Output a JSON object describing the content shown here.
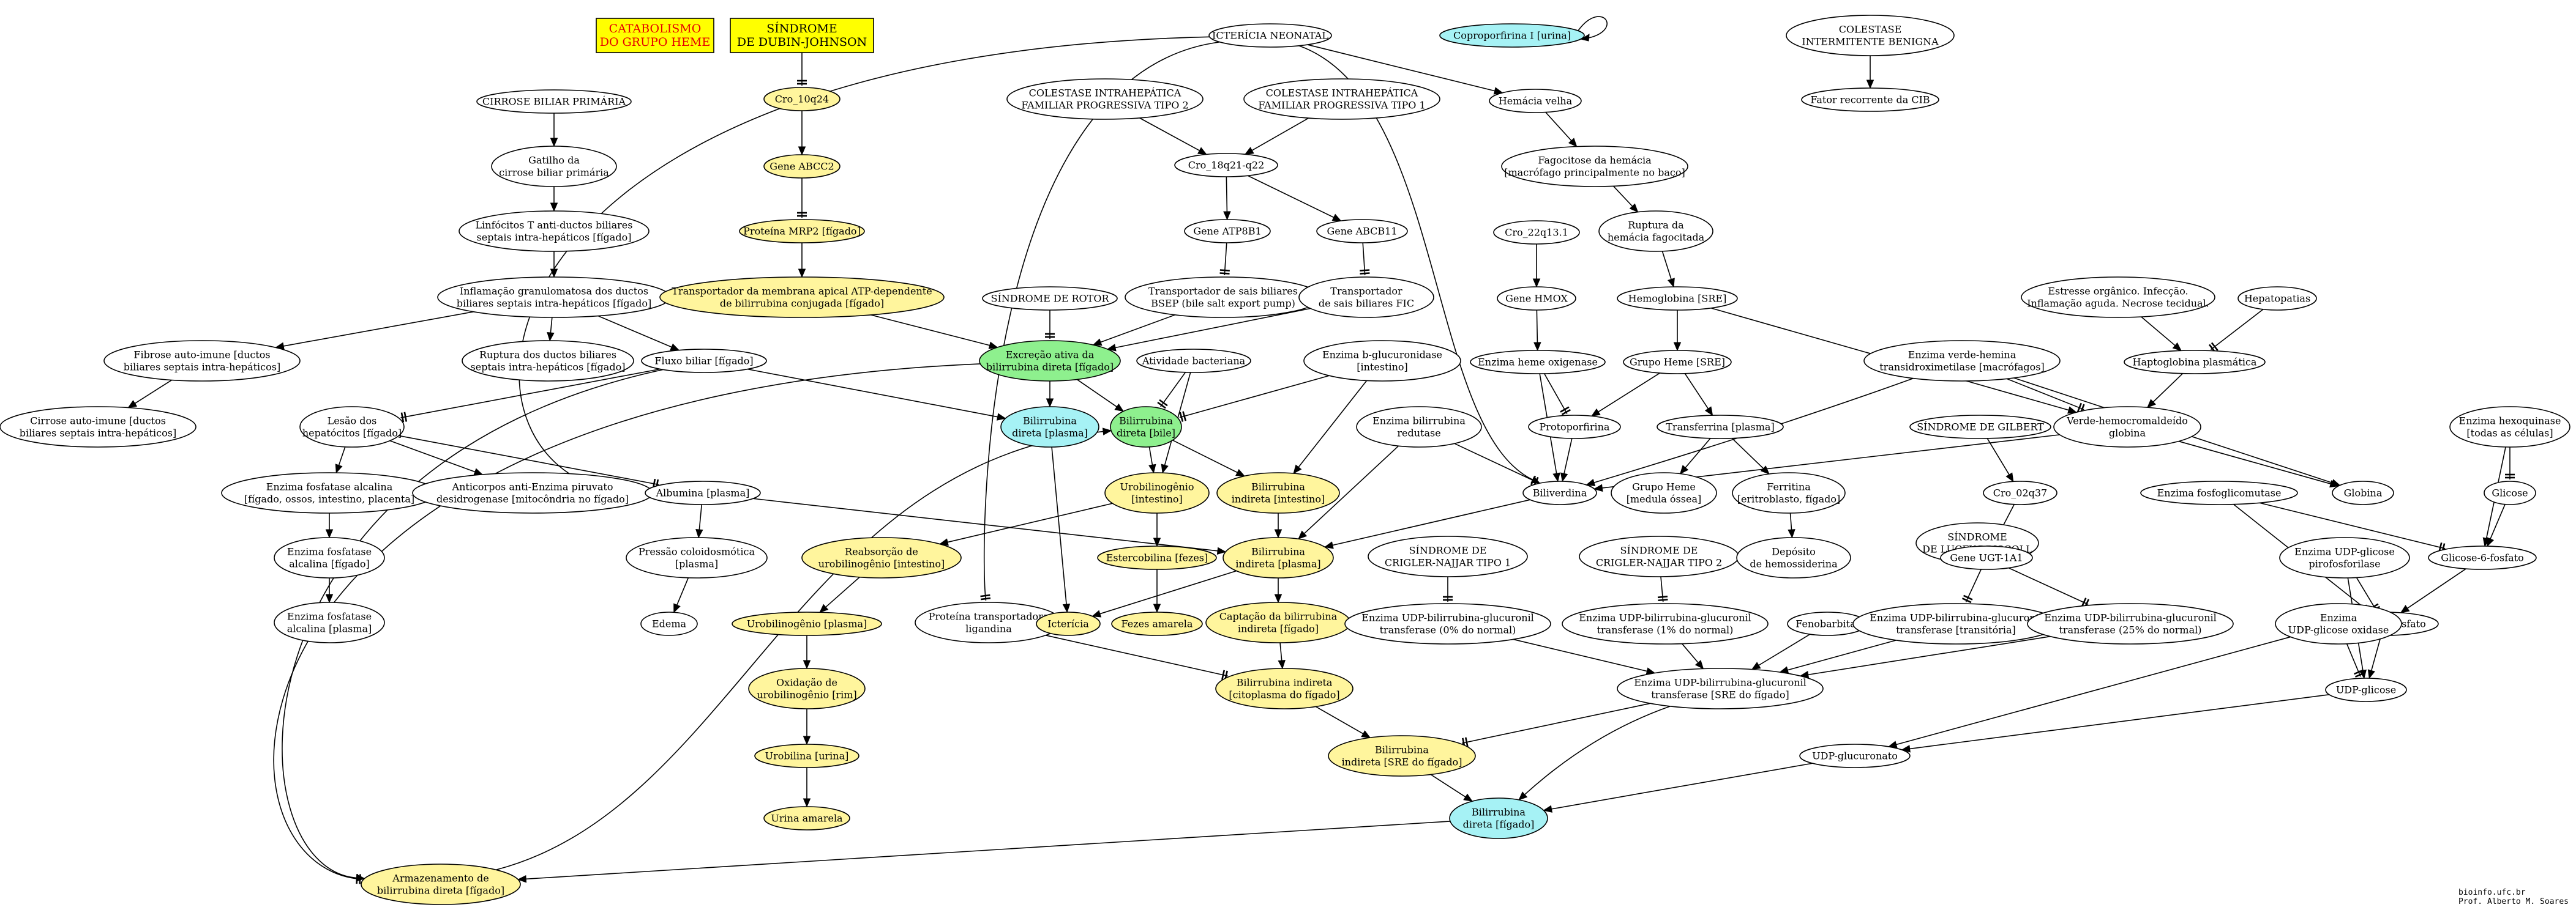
{
  "colors": {
    "white": "#ffffff",
    "yellow": "#fff59d",
    "green": "#8ef08e",
    "cyan": "#a6f2f5",
    "title_box": "#ffff00",
    "title_red": "#e60000"
  },
  "nodes": {
    "t1": {
      "lines": [
        "CATABOLISMO",
        "DO GRUPO HEME"
      ],
      "fill": "title_box",
      "shape": "box",
      "red": true
    },
    "t2": {
      "lines": [
        "SÍNDROME",
        "DE DUBIN-JOHNSON"
      ],
      "fill": "title_box",
      "shape": "box"
    },
    "ict_neo": {
      "lines": [
        "ICTERÍCIA NEONATAL"
      ]
    },
    "copro": {
      "lines": [
        "Coproporfirina I [urina]"
      ],
      "fill": "cyan"
    },
    "col_int": {
      "lines": [
        "COLESTASE",
        "INTERMITENTE BENIGNA"
      ]
    },
    "fator_cib": {
      "lines": [
        "Fator recorrente da CIB"
      ]
    },
    "cirrose_bp": {
      "lines": [
        "CIRROSE BILIAR PRIMÁRIA"
      ]
    },
    "cro10": {
      "lines": [
        "Cro_10q24"
      ],
      "fill": "yellow"
    },
    "cifi2": {
      "lines": [
        "COLESTASE INTRAHEPÁTICA",
        "FAMILIAR PROGRESSIVA TIPO 2"
      ]
    },
    "cifi1": {
      "lines": [
        "COLESTASE INTRAHEPÁTICA",
        "FAMILIAR PROGRESSIVA TIPO 1"
      ]
    },
    "hem_velha": {
      "lines": [
        "Hemácia velha"
      ]
    },
    "gatilho": {
      "lines": [
        "Gatilho da",
        "cirrose biliar primária"
      ]
    },
    "gene_abcc2": {
      "lines": [
        "Gene ABCC2"
      ],
      "fill": "yellow"
    },
    "cro18": {
      "lines": [
        "Cro_18q21-q22"
      ]
    },
    "fagocitose": {
      "lines": [
        "Fagocitose da hemácia",
        "[macrófago principalmente no baço]"
      ]
    },
    "linfocitos": {
      "lines": [
        "Linfócitos T anti-ductos biliares",
        "septais intra-hepáticos [fígado]"
      ]
    },
    "mrp2": {
      "lines": [
        "Proteína MRP2 [fígado]"
      ],
      "fill": "yellow"
    },
    "atp8b1": {
      "lines": [
        "Gene ATP8B1"
      ]
    },
    "abcb11": {
      "lines": [
        "Gene ABCB11"
      ]
    },
    "ruptura_hem": {
      "lines": [
        "Ruptura da",
        "hemácia fagocitada"
      ]
    },
    "cro22": {
      "lines": [
        "Cro_22q13.1"
      ]
    },
    "inflam": {
      "lines": [
        "Inflamação granulomatosa dos ductos",
        "biliares septais intra-hepáticos [fígado]"
      ]
    },
    "transp_apical": {
      "lines": [
        "Transportador da membrana apical ATP-dependente",
        "de bilirrubina conjugada [fígado]"
      ],
      "fill": "yellow"
    },
    "rotor": {
      "lines": [
        "SÍNDROME DE ROTOR"
      ]
    },
    "bsep": {
      "lines": [
        "Transportador de sais biliares",
        "BSEP (bile salt export pump)"
      ]
    },
    "fic": {
      "lines": [
        "Transportador",
        "de sais biliares FIC"
      ]
    },
    "gene_hmox": {
      "lines": [
        "Gene HMOX"
      ]
    },
    "hemoglobina": {
      "lines": [
        "Hemoglobina [SRE]"
      ]
    },
    "estresse": {
      "lines": [
        "Estresse orgânico. Infecção.",
        "Inflamação aguda. Necrose tecidual."
      ]
    },
    "hepatopatias": {
      "lines": [
        "Hepatopatias"
      ]
    },
    "fibrose": {
      "lines": [
        "Fibrose auto-imune [ductos",
        "biliares septais intra-hepáticos]"
      ]
    },
    "ruptura_ductos": {
      "lines": [
        "Ruptura dos ductos biliares",
        "septais intra-hepáticos [fígado]"
      ]
    },
    "fluxo": {
      "lines": [
        "Fluxo biliar [fígado]"
      ]
    },
    "excrecao": {
      "lines": [
        "Excreção ativa da",
        "bilirrubina direta [fígado]"
      ],
      "fill": "green"
    },
    "ativ_bact": {
      "lines": [
        "Atividade bacteriana"
      ]
    },
    "b_gluc": {
      "lines": [
        "Enzima b-glucuronidase",
        "[intestino]"
      ]
    },
    "enz_heme_ox": {
      "lines": [
        "Enzima heme oxigenase"
      ]
    },
    "grupo_heme_sre": {
      "lines": [
        "Grupo Heme [SRE]"
      ]
    },
    "enz_verde": {
      "lines": [
        "Enzima verde-hemina",
        "transidroximetilase [macrófagos]"
      ]
    },
    "haptoglobina": {
      "lines": [
        "Haptoglobina plasmática"
      ]
    },
    "cirrose_auto": {
      "lines": [
        "Cirrose auto-imune [ductos",
        "biliares septais intra-hepáticos]"
      ]
    },
    "lesao": {
      "lines": [
        "Lesão dos",
        "hepatócitos [fígado]"
      ]
    },
    "bd_plasma": {
      "lines": [
        "Bilirrubina",
        "direta [plasma]"
      ],
      "fill": "cyan"
    },
    "bd_bile": {
      "lines": [
        "Bilirrubina",
        "direta [bile]"
      ],
      "fill": "green"
    },
    "enz_bili_red": {
      "lines": [
        "Enzima bilirrubina",
        "redutase"
      ]
    },
    "protoporfirina": {
      "lines": [
        "Protoporfirina"
      ]
    },
    "transferrina": {
      "lines": [
        "Transferrina [plasma]"
      ]
    },
    "gilbert": {
      "lines": [
        "SÍNDROME DE GILBERT"
      ]
    },
    "verde_hemo": {
      "lines": [
        "Verde-hemocromaldeído",
        "globina"
      ]
    },
    "enz_hexo": {
      "lines": [
        "Enzima hexoquinase",
        "[todas as células]"
      ]
    },
    "fosf_alc_fig_osso": {
      "lines": [
        "Enzima fosfatase alcalina",
        "[fígado, ossos, intestino, placenta]"
      ]
    },
    "anticorpos": {
      "lines": [
        "Anticorpos anti-Enzima piruvato",
        "desidrogenase [mitocôndria no fígado]"
      ]
    },
    "albumina": {
      "lines": [
        "Albumina [plasma]"
      ]
    },
    "urobilinogenio": {
      "lines": [
        "Urobilinogênio",
        "[intestino]"
      ],
      "fill": "yellow"
    },
    "bi_intestino": {
      "lines": [
        "Bilirrubina",
        "indireta [intestino]"
      ],
      "fill": "yellow"
    },
    "biliverdina": {
      "lines": [
        "Biliverdina"
      ]
    },
    "grupo_heme_med": {
      "lines": [
        "Grupo Heme",
        "[medula óssea]"
      ]
    },
    "ferritina": {
      "lines": [
        "Ferritina",
        "[eritroblasto, fígado]"
      ]
    },
    "cro02": {
      "lines": [
        "Cro_02q37"
      ]
    },
    "globina": {
      "lines": [
        "Globina"
      ]
    },
    "glicose": {
      "lines": [
        "Glicose"
      ]
    },
    "enz_fosfoglic": {
      "lines": [
        "Enzima fosfoglicomutase"
      ]
    },
    "lucey": {
      "lines": [
        "SÍNDROME",
        "DE LUCEY-DRISCOLL"
      ]
    },
    "fosf_alc_fig": {
      "lines": [
        "Enzima fosfatase",
        "alcalina [fígado]"
      ]
    },
    "pressao": {
      "lines": [
        "Pressão coloidosmótica",
        "[plasma]"
      ]
    },
    "reabsorcao": {
      "lines": [
        "Reabsorção de",
        "urobilinogênio [intestino]"
      ],
      "fill": "yellow"
    },
    "estercobilina": {
      "lines": [
        "Estercobilina [fezes]"
      ],
      "fill": "yellow"
    },
    "bi_plasma": {
      "lines": [
        "Bilirrubina",
        "indireta [plasma]"
      ],
      "fill": "yellow"
    },
    "crigler1": {
      "lines": [
        "SÍNDROME DE",
        "CRIGLER-NAJJAR TIPO 1"
      ]
    },
    "crigler2": {
      "lines": [
        "SÍNDROME DE",
        "CRIGLER-NAJJAR TIPO 2"
      ]
    },
    "deposito": {
      "lines": [
        "Depósito",
        "de hemossiderina"
      ]
    },
    "gene_ugt": {
      "lines": [
        "Gene UGT-1A1"
      ]
    },
    "glicose6": {
      "lines": [
        "Glicose-6-fosfato"
      ]
    },
    "udp_pirofos": {
      "lines": [
        "Enzima UDP-glicose",
        "pirofosforilase"
      ]
    },
    "fosf_alc_plasma": {
      "lines": [
        "Enzima fosfatase",
        "alcalina [plasma]"
      ]
    },
    "edema": {
      "lines": [
        "Edema"
      ]
    },
    "urob_plasma": {
      "lines": [
        "Urobilinogênio [plasma]"
      ],
      "fill": "yellow"
    },
    "proteina_lig": {
      "lines": [
        "Proteína transportadora",
        "ligandina"
      ]
    },
    "ictericia": {
      "lines": [
        "Icterícia"
      ],
      "fill": "yellow"
    },
    "fezes": {
      "lines": [
        "Fezes amarela"
      ],
      "fill": "yellow"
    },
    "captacao": {
      "lines": [
        "Captação da bilirrubina",
        "indireta [fígado]"
      ],
      "fill": "yellow"
    },
    "ugt0": {
      "lines": [
        "Enzima UDP-bilirrubina-glucuronil",
        "transferase (0% do normal)"
      ]
    },
    "ugt1": {
      "lines": [
        "Enzima UDP-bilirrubina-glucuronil",
        "transferase (1% do normal)"
      ]
    },
    "fenobarbital": {
      "lines": [
        "Fenobarbital"
      ]
    },
    "ugt_trans": {
      "lines": [
        "Enzima UDP-bilirrubina-glucuronil",
        "transferase [transitória]"
      ]
    },
    "ugt25": {
      "lines": [
        "Enzima UDP-bilirrubina-glucuronil",
        "transferase (25% do normal)"
      ]
    },
    "glicose1": {
      "lines": [
        "Glicose-1-fosfato"
      ]
    },
    "udp_oxid": {
      "lines": [
        "Enzima",
        "UDP-glicose oxidase"
      ]
    },
    "oxidacao": {
      "lines": [
        "Oxidação de",
        "urobilinogênio [rim]"
      ],
      "fill": "yellow"
    },
    "bi_citoplasma": {
      "lines": [
        "Bilirrubina indireta",
        "[citoplasma do fígado]"
      ],
      "fill": "yellow"
    },
    "ugt_sre": {
      "lines": [
        "Enzima UDP-bilirrubina-glucuronil",
        "transferase [SRE do fígado]"
      ]
    },
    "udp_glicose": {
      "lines": [
        "UDP-glicose"
      ]
    },
    "urobilina": {
      "lines": [
        "Urobilina [urina]"
      ],
      "fill": "yellow"
    },
    "bi_sre": {
      "lines": [
        "Bilirrubina",
        "indireta [SRE do fígado]"
      ],
      "fill": "yellow"
    },
    "udp_glucuronato": {
      "lines": [
        "UDP-glucuronato"
      ]
    },
    "urina_amarela": {
      "lines": [
        "Urina amarela"
      ],
      "fill": "yellow"
    },
    "bd_figado": {
      "lines": [
        "Bilirrubina",
        "direta [fígado]"
      ],
      "fill": "cyan"
    },
    "armazenamento": {
      "lines": [
        "Armazenamento de",
        "bilirrubina direta [fígado]"
      ],
      "fill": "yellow"
    }
  },
  "edges": [
    [
      "t2",
      "cro10",
      "tee"
    ],
    [
      "cro10",
      "gene_abcc2",
      "arrow"
    ],
    [
      "gene_abcc2",
      "mrp2",
      "tee"
    ],
    [
      "mrp2",
      "transp_apical",
      "arrow"
    ],
    [
      "transp_apical",
      "excrecao",
      "arrow"
    ],
    [
      "col_int",
      "fator_cib",
      "arrow"
    ],
    [
      "copro",
      "copro",
      "arrow"
    ],
    [
      "ict_neo",
      "hem_velha",
      "arrow"
    ],
    [
      "ict_neo",
      "albumina",
      "arrow"
    ],
    [
      "ict_neo",
      "proteina_lig",
      "tee"
    ],
    [
      "ict_neo",
      "biliverdina",
      "arrow"
    ],
    [
      "hem_velha",
      "fagocitose",
      "arrow"
    ],
    [
      "fagocitose",
      "ruptura_hem",
      "arrow"
    ],
    [
      "ruptura_hem",
      "hemoglobina",
      "arrow"
    ],
    [
      "hemoglobina",
      "grupo_heme_sre",
      "arrow"
    ],
    [
      "hemoglobina",
      "verde_hemo",
      "arrow"
    ],
    [
      "grupo_heme_sre",
      "protoporfirina",
      "arrow"
    ],
    [
      "grupo_heme_sre",
      "transferrina",
      "arrow"
    ],
    [
      "transferrina",
      "grupo_heme_med",
      "arrow"
    ],
    [
      "transferrina",
      "ferritina",
      "arrow"
    ],
    [
      "ferritina",
      "deposito",
      "arrow"
    ],
    [
      "cro22",
      "gene_hmox",
      "arrow"
    ],
    [
      "gene_hmox",
      "enz_heme_ox",
      "arrow"
    ],
    [
      "enz_heme_ox",
      "protoporfirina",
      "tee"
    ],
    [
      "enz_heme_ox",
      "biliverdina",
      "arrow"
    ],
    [
      "protoporfirina",
      "biliverdina",
      "arrow"
    ],
    [
      "enz_verde",
      "verde_hemo",
      "tee"
    ],
    [
      "enz_verde",
      "biliverdina",
      "arrow"
    ],
    [
      "enz_verde",
      "globina",
      "arrow"
    ],
    [
      "verde_hemo",
      "biliverdina",
      "arrow"
    ],
    [
      "verde_hemo",
      "globina",
      "arrow"
    ],
    [
      "estresse",
      "haptoglobina",
      "arrow"
    ],
    [
      "hepatopatias",
      "haptoglobina",
      "tee"
    ],
    [
      "haptoglobina",
      "verde_hemo",
      "arrow"
    ],
    [
      "enz_bili_red",
      "biliverdina",
      "tee"
    ],
    [
      "enz_bili_red",
      "bi_plasma",
      "arrow"
    ],
    [
      "biliverdina",
      "bi_plasma",
      "arrow"
    ],
    [
      "bi_plasma",
      "captacao",
      "arrow"
    ],
    [
      "bi_plasma",
      "ictericia",
      "arrow"
    ],
    [
      "albumina",
      "bi_plasma",
      "arrow"
    ],
    [
      "captacao",
      "bi_citoplasma",
      "arrow"
    ],
    [
      "proteina_lig",
      "bi_citoplasma",
      "tee"
    ],
    [
      "bi_citoplasma",
      "bi_sre",
      "arrow"
    ],
    [
      "bi_sre",
      "bd_figado",
      "arrow"
    ],
    [
      "ugt_sre",
      "bi_sre",
      "tee"
    ],
    [
      "ugt_sre",
      "bd_figado",
      "arrow"
    ],
    [
      "udp_glucuronato",
      "bd_figado",
      "arrow"
    ],
    [
      "bd_figado",
      "armazenamento",
      "arrow"
    ],
    [
      "cifi2",
      "cro18",
      "arrow"
    ],
    [
      "cifi1",
      "cro18",
      "arrow"
    ],
    [
      "cro18",
      "atp8b1",
      "arrow"
    ],
    [
      "cro18",
      "abcb11",
      "arrow"
    ],
    [
      "atp8b1",
      "bsep",
      "tee"
    ],
    [
      "abcb11",
      "fic",
      "tee"
    ],
    [
      "bsep",
      "excrecao",
      "arrow"
    ],
    [
      "fic",
      "excrecao",
      "arrow"
    ],
    [
      "rotor",
      "excrecao",
      "tee"
    ],
    [
      "excrecao",
      "bd_plasma",
      "arrow"
    ],
    [
      "excrecao",
      "bd_bile",
      "arrow"
    ],
    [
      "excrecao",
      "armazenamento",
      "tee"
    ],
    [
      "bd_plasma",
      "ictericia",
      "arrow"
    ],
    [
      "fluxo",
      "bd_plasma",
      "arrow"
    ],
    [
      "fluxo",
      "lesao",
      "tee"
    ],
    [
      "fluxo",
      "armazenamento",
      "arrow"
    ],
    [
      "ativ_bact",
      "bd_bile",
      "tee"
    ],
    [
      "ativ_bact",
      "urobilinogenio",
      "arrow"
    ],
    [
      "b_gluc",
      "bd_bile",
      "tee"
    ],
    [
      "b_gluc",
      "bi_intestino",
      "arrow"
    ],
    [
      "bd_bile",
      "urobilinogenio",
      "arrow"
    ],
    [
      "bd_bile",
      "bi_intestino",
      "arrow"
    ],
    [
      "bi_intestino",
      "bi_plasma",
      "arrow"
    ],
    [
      "urobilinogenio",
      "estercobilina",
      "arrow"
    ],
    [
      "urobilinogenio",
      "reabsorcao",
      "arrow"
    ],
    [
      "estercobilina",
      "fezes",
      "arrow"
    ],
    [
      "reabsorcao",
      "urob_plasma",
      "arrow"
    ],
    [
      "urob_plasma",
      "oxidacao",
      "arrow"
    ],
    [
      "oxidacao",
      "urobilina",
      "arrow"
    ],
    [
      "urobilina",
      "urina_amarela",
      "arrow"
    ],
    [
      "cirrose_bp",
      "gatilho",
      "arrow"
    ],
    [
      "gatilho",
      "linfocitos",
      "arrow"
    ],
    [
      "linfocitos",
      "inflam",
      "arrow"
    ],
    [
      "inflam",
      "fibrose",
      "arrow"
    ],
    [
      "inflam",
      "ruptura_ductos",
      "arrow"
    ],
    [
      "inflam",
      "fluxo",
      "arrow"
    ],
    [
      "fibrose",
      "cirrose_auto",
      "arrow"
    ],
    [
      "lesao",
      "fosf_alc_fig_osso",
      "arrow"
    ],
    [
      "lesao",
      "anticorpos",
      "arrow"
    ],
    [
      "lesao",
      "albumina",
      "tee"
    ],
    [
      "fosf_alc_fig_osso",
      "fosf_alc_fig",
      "arrow"
    ],
    [
      "fosf_alc_fig",
      "fosf_alc_plasma",
      "arrow"
    ],
    [
      "albumina",
      "pressao",
      "arrow"
    ],
    [
      "pressao",
      "edema",
      "arrow"
    ],
    [
      "armazenamento",
      "bd_bile",
      "arrow"
    ],
    [
      "gilbert",
      "cro02",
      "arrow"
    ],
    [
      "cro02",
      "gene_ugt",
      "arrow"
    ],
    [
      "lucey",
      "gene_ugt",
      "tee"
    ],
    [
      "gene_ugt",
      "ugt_trans",
      "tee"
    ],
    [
      "gene_ugt",
      "ugt25",
      "tee"
    ],
    [
      "crigler1",
      "ugt0",
      "tee"
    ],
    [
      "crigler2",
      "ugt1",
      "tee"
    ],
    [
      "ugt0",
      "ugt_sre",
      "arrow"
    ],
    [
      "ugt1",
      "ugt_sre",
      "arrow"
    ],
    [
      "fenobarbital",
      "ugt_sre",
      "arrow"
    ],
    [
      "ugt_trans",
      "ugt_sre",
      "arrow"
    ],
    [
      "ugt25",
      "ugt_sre",
      "arrow"
    ],
    [
      "enz_hexo",
      "glicose",
      "tee"
    ],
    [
      "enz_hexo",
      "glicose6",
      "arrow"
    ],
    [
      "glicose",
      "glicose6",
      "arrow"
    ],
    [
      "enz_fosfoglic",
      "glicose6",
      "tee"
    ],
    [
      "enz_fosfoglic",
      "glicose1",
      "arrow"
    ],
    [
      "glicose6",
      "glicose1",
      "arrow"
    ],
    [
      "udp_pirofos",
      "glicose1",
      "tee"
    ],
    [
      "udp_pirofos",
      "udp_glicose",
      "arrow"
    ],
    [
      "glicose1",
      "udp_glicose",
      "arrow"
    ],
    [
      "udp_oxid",
      "udp_glicose",
      "tee"
    ],
    [
      "udp_oxid",
      "udp_glucuronato",
      "arrow"
    ],
    [
      "udp_glicose",
      "udp_glucuronato",
      "arrow"
    ]
  ],
  "credits": [
    "bioinfo.ufc.br",
    "Prof. Alberto M. Soares"
  ]
}
